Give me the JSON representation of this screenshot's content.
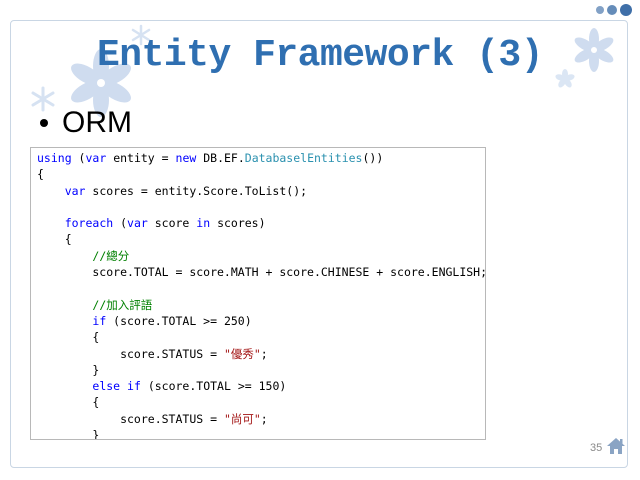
{
  "slide": {
    "title": "Entity Framework (3)",
    "bullet": "ORM",
    "page_number": "35"
  },
  "code": {
    "lines": [
      [
        {
          "t": "using",
          "c": "kw"
        },
        {
          "t": " ("
        },
        {
          "t": "var",
          "c": "kw"
        },
        {
          "t": " entity = "
        },
        {
          "t": "new",
          "c": "kw"
        },
        {
          "t": " DB.EF."
        },
        {
          "t": "DatabaselEntities",
          "c": "ty"
        },
        {
          "t": "())"
        }
      ],
      [
        {
          "t": "{"
        }
      ],
      [
        {
          "t": "    "
        },
        {
          "t": "var",
          "c": "kw"
        },
        {
          "t": " scores = entity.Score.ToList();"
        }
      ],
      [
        {
          "t": ""
        }
      ],
      [
        {
          "t": "    "
        },
        {
          "t": "foreach",
          "c": "kw"
        },
        {
          "t": " ("
        },
        {
          "t": "var",
          "c": "kw"
        },
        {
          "t": " score "
        },
        {
          "t": "in",
          "c": "kw"
        },
        {
          "t": " scores)"
        }
      ],
      [
        {
          "t": "    {"
        }
      ],
      [
        {
          "t": "        "
        },
        {
          "t": "//總分",
          "c": "cm"
        }
      ],
      [
        {
          "t": "        score.TOTAL = score.MATH + score.CHINESE + score.ENGLISH;"
        }
      ],
      [
        {
          "t": ""
        }
      ],
      [
        {
          "t": "        "
        },
        {
          "t": "//加入評語",
          "c": "cm"
        }
      ],
      [
        {
          "t": "        "
        },
        {
          "t": "if",
          "c": "kw"
        },
        {
          "t": " (score.TOTAL >= 250)"
        }
      ],
      [
        {
          "t": "        {"
        }
      ],
      [
        {
          "t": "            score.STATUS = "
        },
        {
          "t": "\"優秀\"",
          "c": "st"
        },
        {
          "t": ";"
        }
      ],
      [
        {
          "t": "        }"
        }
      ],
      [
        {
          "t": "        "
        },
        {
          "t": "else",
          "c": "kw"
        },
        {
          "t": " "
        },
        {
          "t": "if",
          "c": "kw"
        },
        {
          "t": " (score.TOTAL >= 150)"
        }
      ],
      [
        {
          "t": "        {"
        }
      ],
      [
        {
          "t": "            score.STATUS = "
        },
        {
          "t": "\"尚可\"",
          "c": "st"
        },
        {
          "t": ";"
        }
      ],
      [
        {
          "t": "        }"
        }
      ]
    ]
  },
  "colors": {
    "title": "#2f6fb1",
    "keyword": "#0000ff",
    "type": "#2b91af",
    "comment": "#008000",
    "string": "#a31515",
    "accent_dots": "#3f6fa8",
    "flower": "#c5d7ee"
  },
  "icons": {
    "home": "home-icon",
    "decoration": "snowflake-flower-icon"
  }
}
